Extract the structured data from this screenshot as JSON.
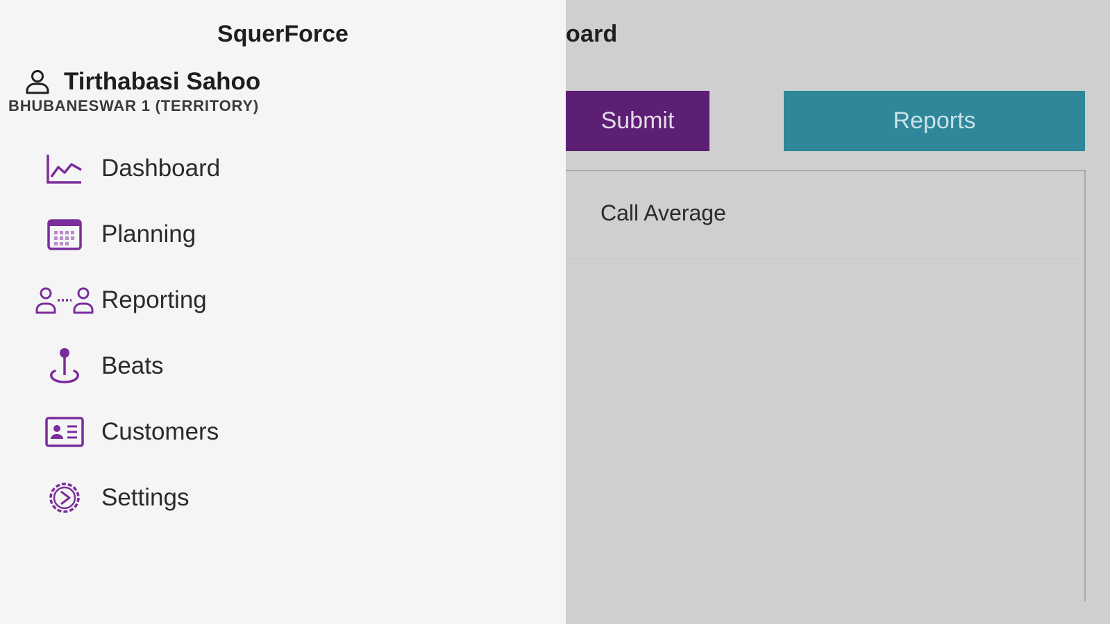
{
  "app_name": "SquerForce",
  "user": {
    "name": "Tirthabasi Sahoo",
    "territory": "BHUBANESWAR 1 (TERRITORY)",
    "icon": "user-icon"
  },
  "menu": [
    {
      "label": "Dashboard",
      "icon": "line-chart-icon"
    },
    {
      "label": "Planning",
      "icon": "calendar-icon"
    },
    {
      "label": "Reporting",
      "icon": "people-connection-icon"
    },
    {
      "label": "Beats",
      "icon": "map-pin-icon"
    },
    {
      "label": "Customers",
      "icon": "contact-card-icon"
    },
    {
      "label": "Settings",
      "icon": "gear-icon"
    }
  ],
  "background": {
    "title_visible": "oard",
    "submit_label": "Submit",
    "reports_label": "Reports",
    "card_title": "Call Average"
  },
  "colors": {
    "accent_purple": "#7b2d9b",
    "submit_bg": "#5d1f74",
    "reports_bg": "#2f8799",
    "drawer_bg": "#f5f5f5",
    "overlay_bg": "#cfcfcf"
  }
}
